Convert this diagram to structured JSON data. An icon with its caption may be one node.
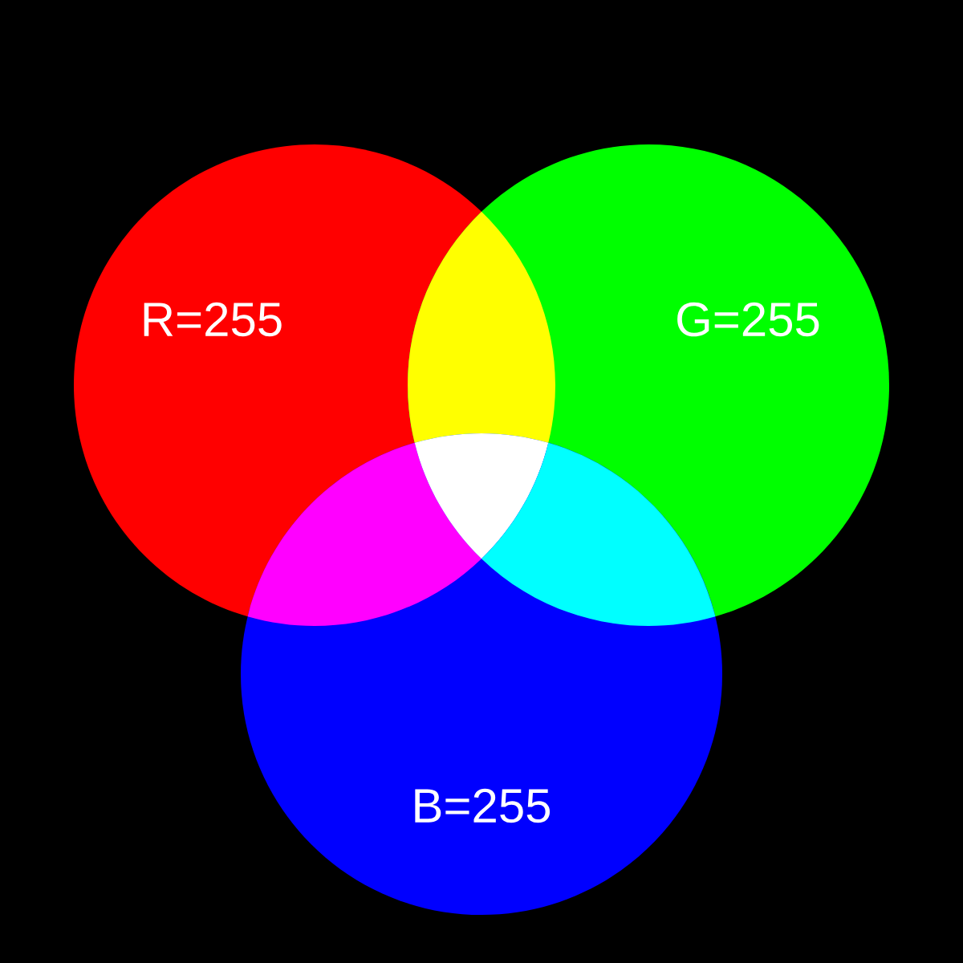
{
  "diagram": {
    "nodes": [
      {
        "text": [
          "R=255"
        ]
      },
      {
        "text": [
          "G=255"
        ]
      },
      {
        "text": [
          "B=255"
        ]
      },
      {
        "text": [],
        "shape": "lens"
      },
      {
        "text": [],
        "shape": "lens"
      },
      {
        "text": [],
        "shape": "triangle"
      },
      {
        "text": [],
        "shape": "lens"
      }
    ]
  }
}
